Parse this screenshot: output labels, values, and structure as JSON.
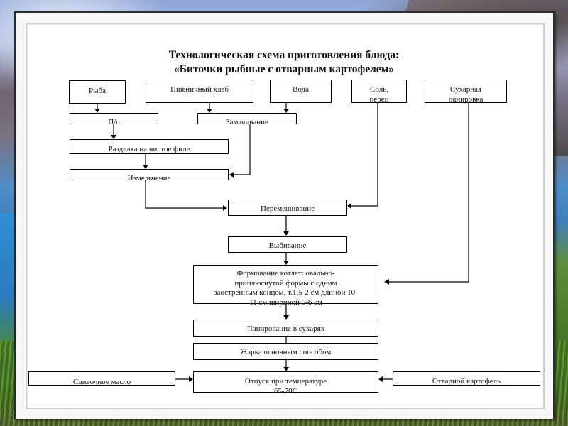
{
  "slide": {
    "title_line1": "Технологическая схема приготовления блюда:",
    "title_line2": "«Биточки рыбные с отварным картофелем»"
  },
  "inputs": {
    "fish": "Рыба",
    "bread": "Пшеничный хлеб",
    "water": "Вода",
    "salt_line1": "Соль,",
    "salt_line2": "перец",
    "breading_line1": "Сухарная",
    "breading_line2": "панировка"
  },
  "steps": {
    "po": "П/о",
    "soaking": "Замачивание",
    "filleting": "Разделка на чистое филе",
    "grinding": "Измельчение",
    "mixing": "Перемешивание",
    "beating": "Выбивание",
    "forming_line1": "Формование котлет: овально-",
    "forming_line2": "приплюснутой формы с одним",
    "forming_line3": "заостренным концом, т.1,5-2 см длиной 10-",
    "forming_line4": "11 см шириной 5-6 см",
    "breading": "Панирование в сухарях",
    "frying": "Жарка основным способом",
    "serving_line1": "Отпуск при температуре",
    "serving_line2": "65-70С"
  },
  "sides": {
    "butter": "Сливочное масло",
    "potato": "Отварной картофель"
  }
}
